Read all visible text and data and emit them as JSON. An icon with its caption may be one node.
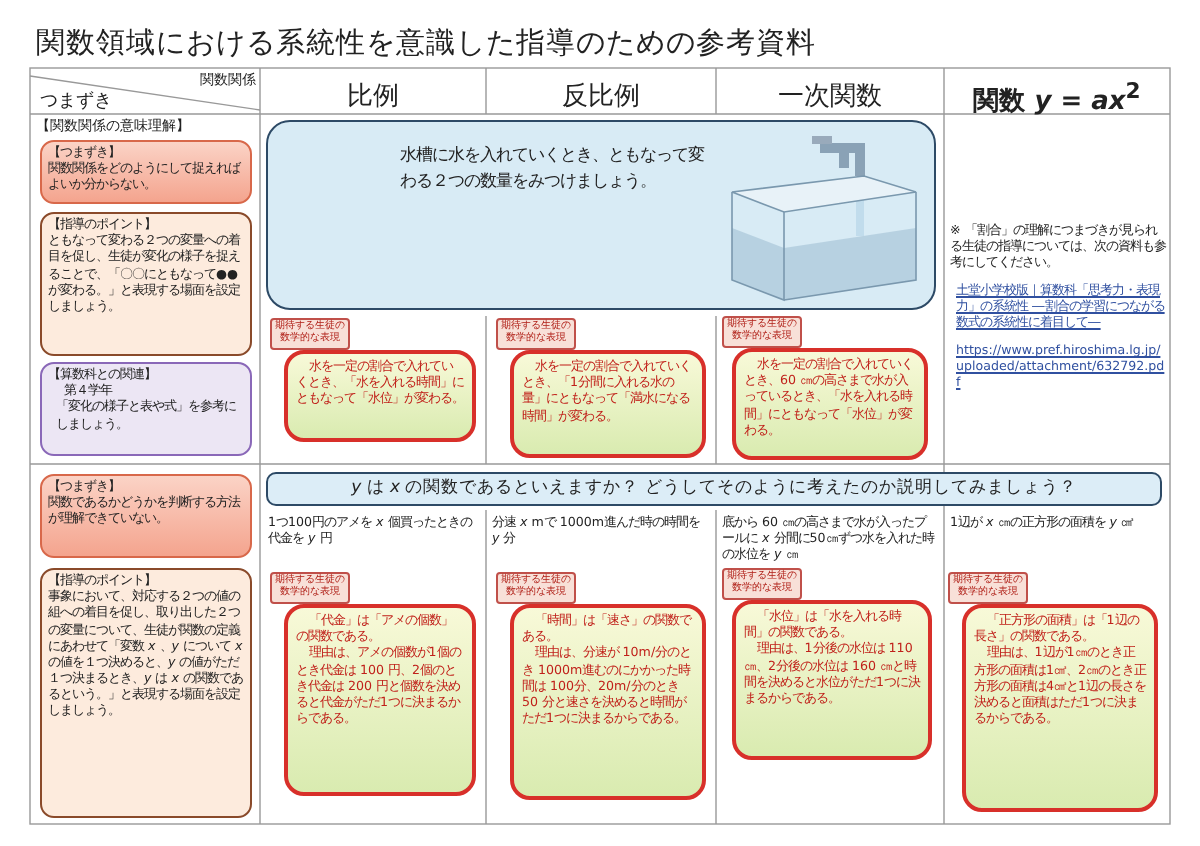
{
  "diagram": {
    "title": "関数領域における系統性を意識した指導のための参考資料",
    "nodes": [
      {
        "text": [
          "【つまずき】",
          "関数関係をどのようにして捉えればよいか分からない。"
        ]
      },
      {
        "text": [
          "【指導のポイント】",
          "ともなって変わる２つの変量への着目を促し、生徒が変化の様子を捉えることで、「〇〇にともなって●●が変わる。」と表現する場面を設定しましょう。"
        ]
      },
      {
        "text": [
          "【算数科との関連】",
          "第４学年",
          "「変化の様子と表や式」を参考にしましょう。"
        ]
      },
      {
        "text": [
          "水槽に水を入れていくとき、ともなって変わる２つの数量をみつけましょう。"
        ]
      },
      {
        "text": [
          "期待する生徒の数学的な表現"
        ]
      },
      {
        "text": [
          "水を一定の割合で入れていくとき、「水を入れる時間」にともなって「水位」が変わる。"
        ]
      },
      {
        "text": [
          "期待する生徒の数学的な表現"
        ]
      },
      {
        "text": [
          "水を一定の割合で入れていくとき、「1分間に入れる水の量」にともなって「満水になる時間」が変わる。"
        ]
      },
      {
        "text": [
          "期待する生徒の数学的な表現"
        ]
      },
      {
        "text": [
          "水を一定の割合で入れていくとき、60 ㎝の高さまで水が入っているとき、「水を入れる時間」にともなって「水位」が変わる。"
        ]
      },
      {
        "text": [
          "【つまずき】",
          "関数であるかどうかを判断する方法が理解できていない。"
        ]
      },
      {
        "text": [
          "【指導のポイント】",
          "事象において、対応する２つの値の組への着目を促し、取り出した２つの変量について、生徒が関数の定義にあわせて「変数 *x* 、*y* について *x* の値を１つ決めると、*y* の値がただ１つ決まるとき、*y* は *x* の関数であるという。」と表現する場面を設定しましょう。"
        ]
      },
      {
        "text": [
          "*y* は *x* の関数であるといえますか？ どうしてそのように考えたのか説明してみましょう？"
        ]
      },
      {
        "text": [
          "期待する生徒の数学的な表現"
        ]
      },
      {
        "text": [
          "「代金」は「アメの個数」の関数である。",
          "理由は、アメの個数が1個のとき代金は 100 円、2個のとき代金は 200 円と個数を決めると代金がただ1つに決まるからである。"
        ]
      },
      {
        "text": [
          "期待する生徒の数学的な表現"
        ]
      },
      {
        "text": [
          "「時間」は「速さ」の関数である。",
          "理由は、分速が 10m/分のとき 1000m進むのにかかった時間は 100分、20m/分のとき 50 分と速さを決めると時間がただ1つに決まるからである。"
        ]
      },
      {
        "text": [
          "期待する生徒の数学的な表現"
        ]
      },
      {
        "text": [
          "「水位」は「水を入れる時間」の関数である。",
          "理由は、1分後の水位は 110 ㎝、2分後の水位は 160 ㎝と時間を決めると水位がただ1つに決まるからである。"
        ]
      },
      {
        "text": [
          "期待する生徒の数学的な表現"
        ]
      },
      {
        "text": [
          "「正方形の面積」は「1辺の長さ」の関数である。",
          "理由は、1辺が1㎝のとき正方形の面積は1㎠、2㎝のとき正方形の面積は4㎠と1辺の長さを決めると面積はただ1つに決まるからである。"
        ]
      }
    ],
    "labels": [
      "関数関係",
      "つまずき",
      "比例",
      "反比例",
      "一次関数",
      "関数 *y* = *ax*$^{2}$",
      "【関数関係の意味理解】",
      "※ 「割合」の理解につまづきが見られる生徒の指導については、次の資料も参考にしてください。",
      "土堂小学校版｜算数科「思考力・表現力」の系統性 ―割合の学習につながる数式の系統性に着目して―",
      "https://www.pref.hiroshima.lg.jp/uploaded/attachment/632792.pdf",
      "1つ100円のアメを *x* 個買ったときの代金を *y* 円",
      "分速 *x* mで 1000m進んだ時の時間を *y* 分",
      "底から 60 ㎝の高さまで水が入ったプールに *x* 分間に50㎝ずつ水を入れた時の水位を *y* ㎝",
      "1辺が *x* ㎝の正方形の面積を *y* ㎠"
    ]
  }
}
